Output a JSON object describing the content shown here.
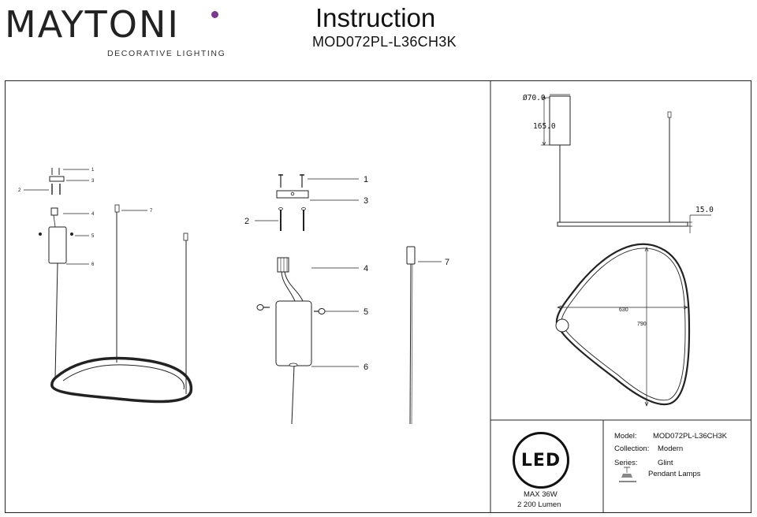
{
  "header": {
    "brand": "MAYTONI",
    "brand_tagline": "DECORATIVE LIGHTING",
    "title": "Instruction",
    "model_code": "MOD072PL-L36CH3K",
    "brand_accent_color": "#7a3a8c"
  },
  "assembly_small": {
    "callouts": [
      "1",
      "3",
      "2",
      "4",
      "5",
      "6",
      "7"
    ]
  },
  "assembly_large": {
    "callouts": [
      "1",
      "3",
      "2",
      "4",
      "5",
      "6",
      "7"
    ]
  },
  "dimensions": {
    "canopy_diameter": "Ø70.0",
    "canopy_height": "165.0",
    "ring_thickness": "15.0",
    "width": "630",
    "height": "790"
  },
  "badge": {
    "label": "LED",
    "max_power": "MAX 36W",
    "lumen": "2 200 Lumen"
  },
  "specs": {
    "model_label": "Model:",
    "model_value": "MOD072PL-L36CH3K",
    "collection_label": "Collection:",
    "collection_value": "Modern",
    "series_label": "Series:",
    "series_value": "Glint",
    "type_value": "Pendant Lamps",
    "type_icon": "pendant-lamp-icon"
  }
}
